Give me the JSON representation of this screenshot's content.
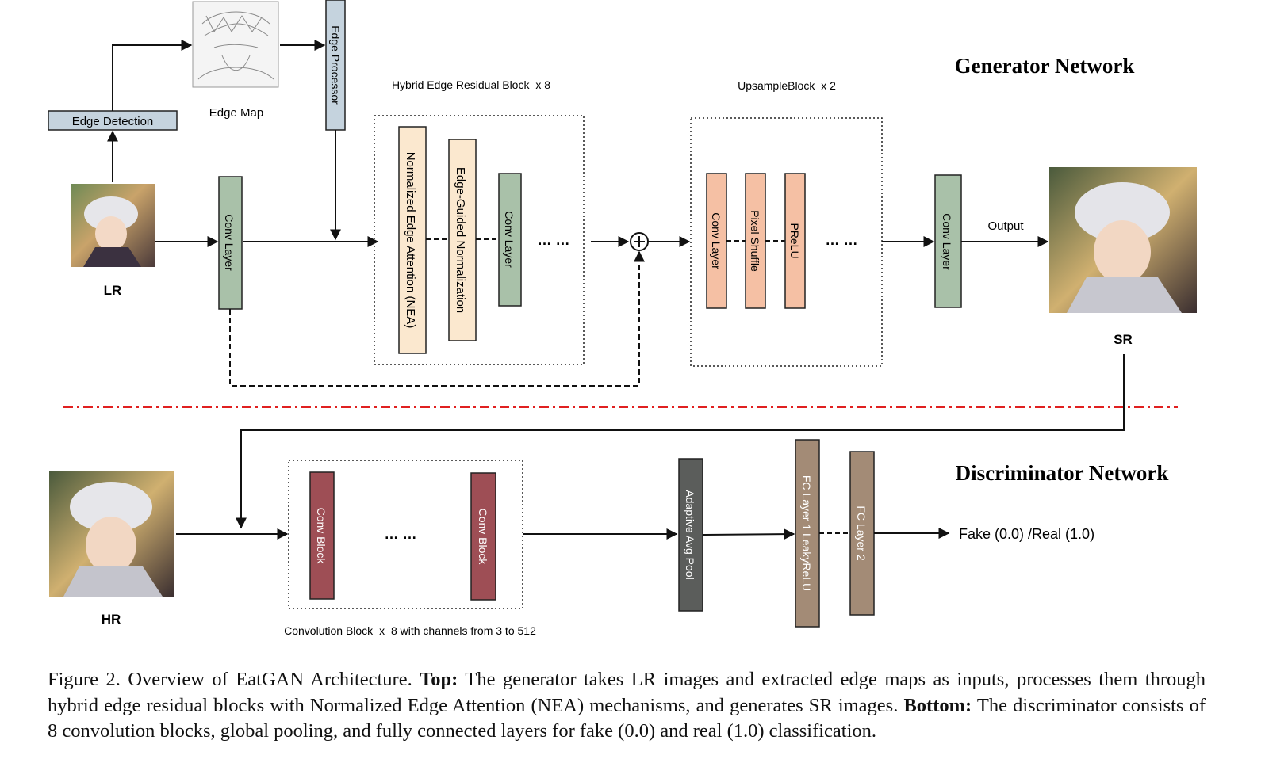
{
  "generator": {
    "title": "Generator Network",
    "lr_label": "LR",
    "sr_label": "SR",
    "edge_detection": "Edge Detection",
    "edge_map_label": "Edge Map",
    "edge_processor": "Edge Processor",
    "conv_layer": "Conv Layer",
    "hybrid_block_title": "Hybrid Edge Residual Block",
    "hybrid_block_mult": "x 8",
    "nea": "Normalized Edge Attention (NEA)",
    "egn": "Edge-Guided Normalization",
    "hybrid_conv": "Conv Layer",
    "ellipsis": "… …",
    "upsample_title": "UpsampleBlock",
    "upsample_mult": "x 2",
    "up_conv": "Conv Layer",
    "pixel_shuffle": "Pixel Shuffle",
    "prelu": "PReLU",
    "final_conv": "Conv Layer",
    "output_label": "Output"
  },
  "discriminator": {
    "title": "Discriminator Network",
    "hr_label": "HR",
    "conv_block": "Conv Block",
    "ellipsis": "… …",
    "conv_group_caption_a": "Convolution Block",
    "conv_group_caption_b": "x",
    "conv_group_caption_c": "8 with channels from 3 to 512",
    "avg_pool": "Adaptive Avg Pool",
    "fc1": "FC Layer 1 LeakyReLU",
    "fc2": "FC Layer 2",
    "output_text": "Fake (0.0) /Real (1.0)"
  },
  "caption": {
    "prefix": "Figure 2. Overview of EatGAN Architecture.",
    "top_label": "Top:",
    "top_text": "The generator takes LR images and extracted edge maps as inputs, processes them through hybrid edge residual blocks with Normalized Edge Attention (NEA) mechanisms, and generates SR images.",
    "bottom_label": "Bottom:",
    "bottom_text": "The discriminator consists of 8 convolution blocks, global pooling, and fully connected layers for fake (0.0) and real (1.0) classification."
  },
  "colors": {
    "conv_green": "#a9c1a9",
    "edge_blue": "#c5d3de",
    "beige": "#fbe8cf",
    "salmon": "#f5c0a4",
    "maroon": "#9e4e55",
    "dark_gray": "#5b5d5b",
    "taupe": "#a38b76",
    "separator_red": "#e02020"
  },
  "icons": [
    "lr-image",
    "sr-image",
    "hr-image",
    "edge-map-image",
    "plus-circle-icon"
  ]
}
